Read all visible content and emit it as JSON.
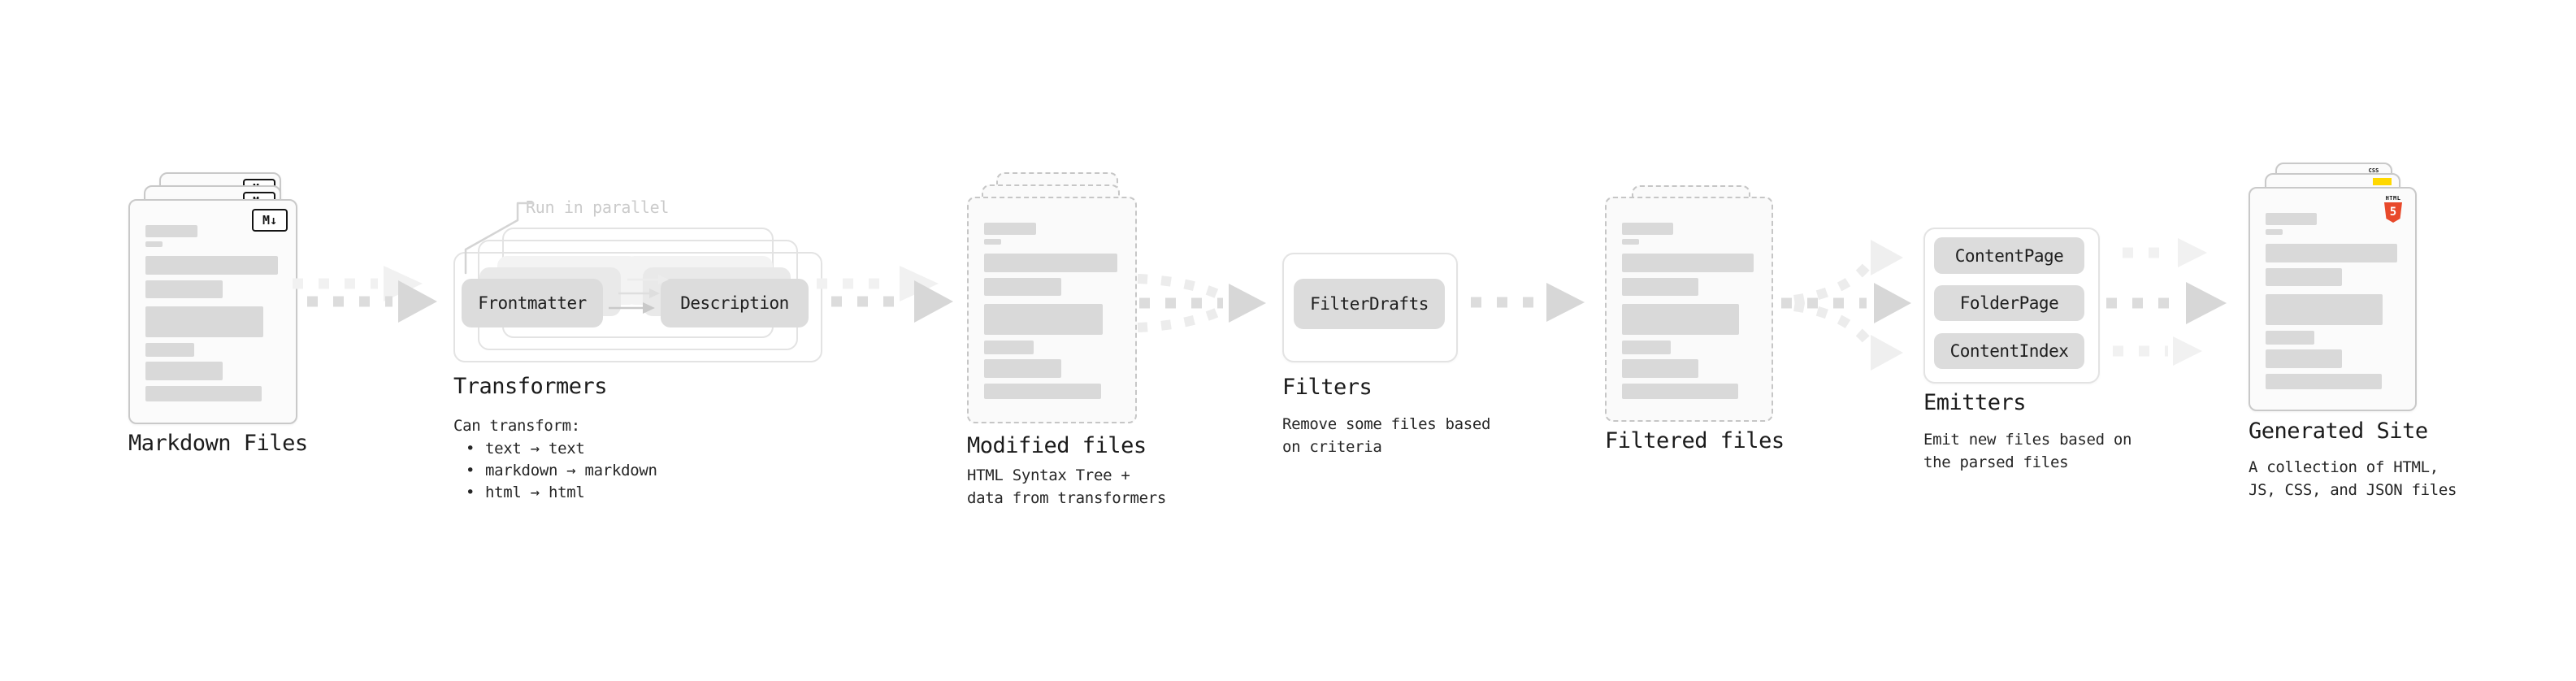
{
  "diagram": {
    "stages": {
      "markdown_files": {
        "label": "Markdown Files",
        "icon_text": "M↓"
      },
      "transformers": {
        "label": "Transformers",
        "note": "Run in parallel",
        "nodes": [
          "Frontmatter",
          "Description"
        ],
        "description_title": "Can transform:",
        "bullet_char": "•",
        "bullets": [
          "text → text",
          "markdown → markdown",
          "html → html"
        ]
      },
      "modified_files": {
        "label": "Modified files",
        "description": [
          "HTML Syntax Tree +",
          "data from transformers"
        ]
      },
      "filters": {
        "label": "Filters",
        "nodes": [
          "FilterDrafts"
        ],
        "description": [
          "Remove some files based",
          "on criteria"
        ]
      },
      "filtered_files": {
        "label": "Filtered files"
      },
      "emitters": {
        "label": "Emitters",
        "nodes": [
          "ContentPage",
          "FolderPage",
          "ContentIndex"
        ],
        "description": [
          "Emit new files based on",
          "the parsed files"
        ]
      },
      "generated_site": {
        "label": "Generated Site",
        "description": [
          "A collection of HTML,",
          "JS, CSS, and JSON files"
        ],
        "file_icons": {
          "css_label": "CSS",
          "html_label": "HTML",
          "html_number": "5"
        }
      }
    },
    "colors": {
      "html5_orange": "#e8492b",
      "css_blue": "#2b62f6",
      "js_yellow": "#ffd800",
      "card_border": "#c9c9c9",
      "bar_fill": "#d9d9d9",
      "arrow_dark": "#dcdcdc",
      "arrow_light": "#f1f1f1",
      "note_gray": "#cbcbcb"
    }
  }
}
